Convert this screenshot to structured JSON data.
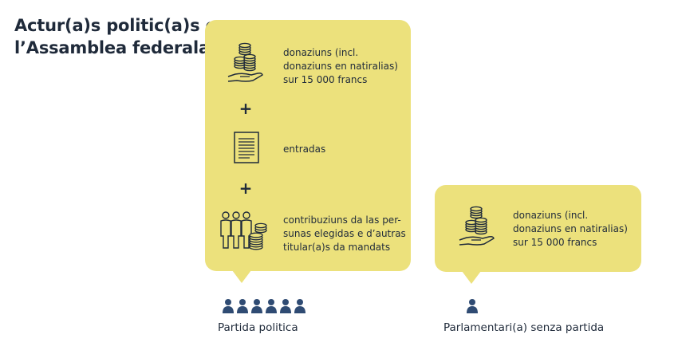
{
  "title": {
    "line1": "Actur(a)s politic(a)s en",
    "line2": "l’Assamblea federala"
  },
  "party": {
    "items": [
      {
        "icon": "coins-hand-icon",
        "lines": [
          "donaziuns (incl.",
          "donaziuns en natiralias)",
          "sur 15 000 francs"
        ]
      },
      {
        "icon": "document-icon",
        "lines": [
          "entradas"
        ]
      },
      {
        "icon": "people-coins-icon",
        "lines": [
          "contribuziuns da las per-",
          "sunas elegidas e d’autras",
          "titular(a)s da mandats"
        ]
      }
    ],
    "plus": "+",
    "caption": "Partida politica"
  },
  "mp": {
    "items": [
      {
        "icon": "coins-hand-icon",
        "lines": [
          "donaziuns (incl.",
          "donaziuns en natiralias)",
          "sur 15 000 francs"
        ]
      }
    ],
    "caption": "Parlamentari(a) senza partida"
  },
  "colors": {
    "bubble": "#ece17c",
    "ink": "#1f2a3a",
    "people": "#2f4b73"
  }
}
